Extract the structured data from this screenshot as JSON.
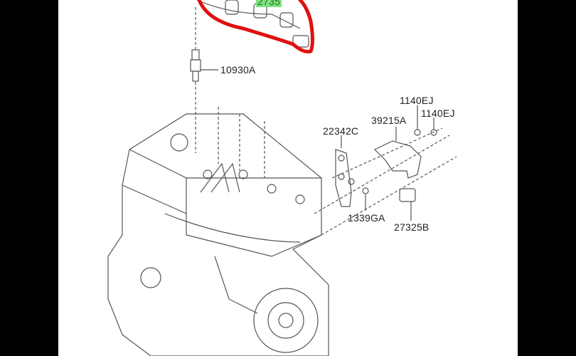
{
  "diagram": {
    "highlighted_part": "2735",
    "part_labels": {
      "spark_plug": "10930A",
      "bolt_1": "1140EJ",
      "bolt_2": "1140EJ",
      "bracket": "39215A",
      "plate": "22342C",
      "nut": "1339GA",
      "sensor": "27325B"
    },
    "colors": {
      "highlight_circle": "#e01010",
      "label_highlight": "#7ee07e"
    }
  }
}
